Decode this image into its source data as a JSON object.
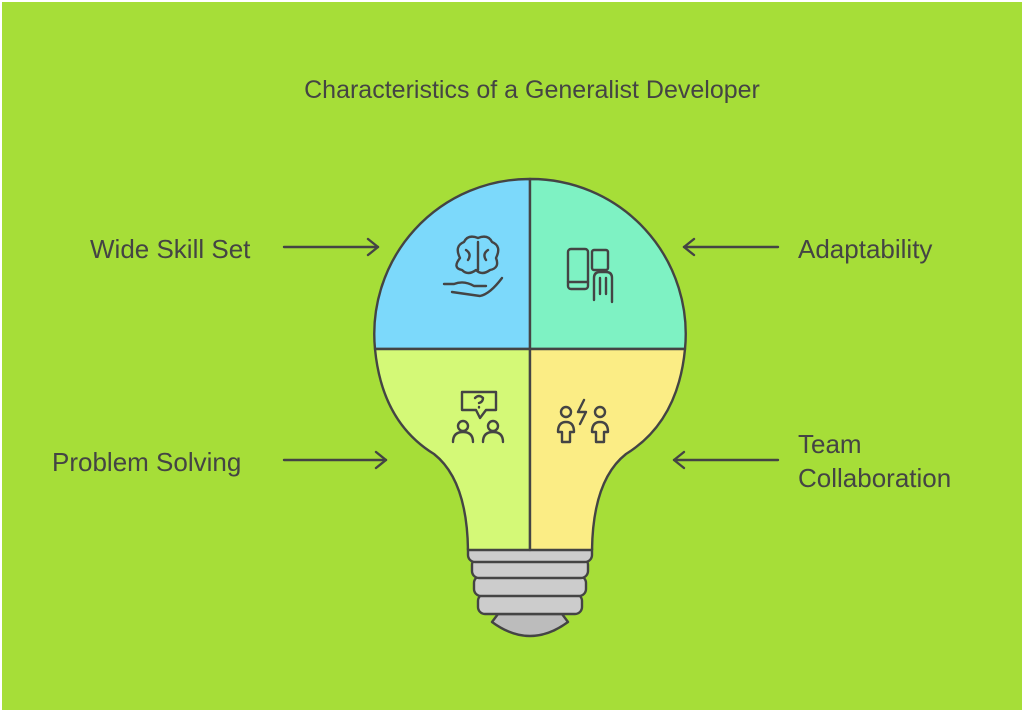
{
  "title": "Characteristics of a Generalist Developer",
  "characteristics": [
    {
      "label": "Wide Skill Set",
      "color": "#7cd9fb",
      "icon": "brain-hand-icon"
    },
    {
      "label": "Adaptability",
      "color": "#7ef2c3",
      "icon": "devices-hand-icon"
    },
    {
      "label": "Problem Solving",
      "color": "#d4f977",
      "icon": "people-question-icon"
    },
    {
      "label": "Team\nCollaboration",
      "color": "#fbed85",
      "icon": "people-lightning-icon"
    }
  ],
  "colors": {
    "background": "#a6de38",
    "stroke": "#444444",
    "bulb_base": "#cccccc"
  }
}
